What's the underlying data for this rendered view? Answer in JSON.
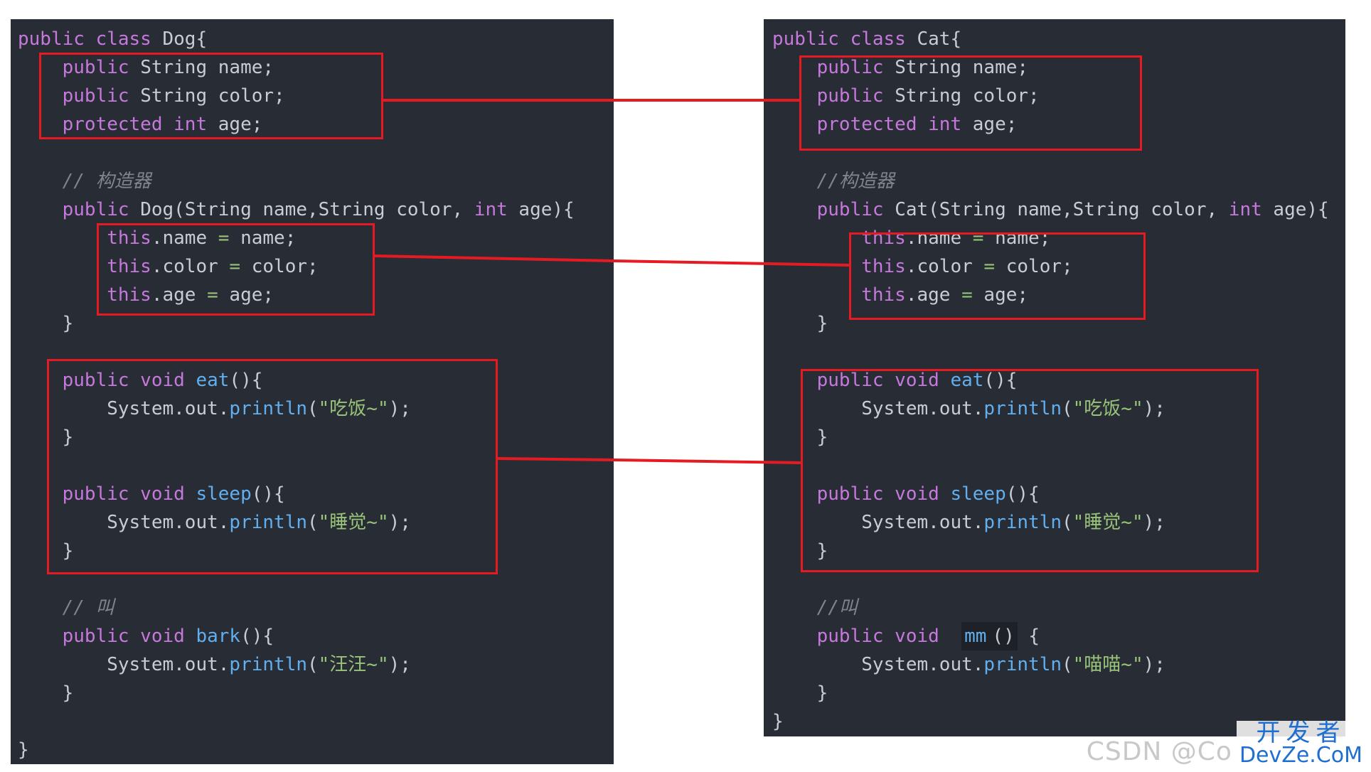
{
  "dog": {
    "lines": [
      [
        {
          "t": "public class ",
          "c": "kw"
        },
        {
          "t": "Dog{",
          "c": "pl"
        }
      ],
      [
        {
          "t": "    public ",
          "c": "kw"
        },
        {
          "t": "String name;",
          "c": "pl"
        }
      ],
      [
        {
          "t": "    public ",
          "c": "kw"
        },
        {
          "t": "String color;",
          "c": "pl"
        }
      ],
      [
        {
          "t": "    protected int ",
          "c": "kw"
        },
        {
          "t": "age;",
          "c": "pl"
        }
      ],
      [],
      [
        {
          "t": "    // 构造器",
          "c": "cm"
        }
      ],
      [
        {
          "t": "    public ",
          "c": "kw"
        },
        {
          "t": "Dog(String name,String color, ",
          "c": "pl"
        },
        {
          "t": "int ",
          "c": "kw"
        },
        {
          "t": "age){",
          "c": "pl"
        }
      ],
      [
        {
          "t": "        this",
          "c": "kw"
        },
        {
          "t": ".name ",
          "c": "pl"
        },
        {
          "t": "=",
          "c": "op"
        },
        {
          "t": " name;",
          "c": "pl"
        }
      ],
      [
        {
          "t": "        this",
          "c": "kw"
        },
        {
          "t": ".color ",
          "c": "pl"
        },
        {
          "t": "=",
          "c": "op"
        },
        {
          "t": " color;",
          "c": "pl"
        }
      ],
      [
        {
          "t": "        this",
          "c": "kw"
        },
        {
          "t": ".age ",
          "c": "pl"
        },
        {
          "t": "=",
          "c": "op"
        },
        {
          "t": " age;",
          "c": "pl"
        }
      ],
      [
        {
          "t": "    }",
          "c": "pl"
        }
      ],
      [],
      [
        {
          "t": "    public void ",
          "c": "kw"
        },
        {
          "t": "eat",
          "c": "fn"
        },
        {
          "t": "(){",
          "c": "pl"
        }
      ],
      [
        {
          "t": "        System.out.",
          "c": "pl"
        },
        {
          "t": "println",
          "c": "fn"
        },
        {
          "t": "(",
          "c": "pl"
        },
        {
          "t": "\"吃饭~\"",
          "c": "str"
        },
        {
          "t": ");",
          "c": "pl"
        }
      ],
      [
        {
          "t": "    }",
          "c": "pl"
        }
      ],
      [],
      [
        {
          "t": "    public void ",
          "c": "kw"
        },
        {
          "t": "sleep",
          "c": "fn"
        },
        {
          "t": "(){",
          "c": "pl"
        }
      ],
      [
        {
          "t": "        System.out.",
          "c": "pl"
        },
        {
          "t": "println",
          "c": "fn"
        },
        {
          "t": "(",
          "c": "pl"
        },
        {
          "t": "\"睡觉~\"",
          "c": "str"
        },
        {
          "t": ");",
          "c": "pl"
        }
      ],
      [
        {
          "t": "    }",
          "c": "pl"
        }
      ],
      [],
      [
        {
          "t": "    // 叫",
          "c": "cm"
        }
      ],
      [
        {
          "t": "    public void ",
          "c": "kw"
        },
        {
          "t": "bark",
          "c": "fn"
        },
        {
          "t": "(){",
          "c": "pl"
        }
      ],
      [
        {
          "t": "        System.out.",
          "c": "pl"
        },
        {
          "t": "println",
          "c": "fn"
        },
        {
          "t": "(",
          "c": "pl"
        },
        {
          "t": "\"汪汪~\"",
          "c": "str"
        },
        {
          "t": ");",
          "c": "pl"
        }
      ],
      [
        {
          "t": "    }",
          "c": "pl"
        }
      ],
      [],
      [
        {
          "t": "}",
          "c": "pl"
        }
      ]
    ]
  },
  "cat": {
    "lines": [
      [
        {
          "t": "public class ",
          "c": "kw"
        },
        {
          "t": "Cat{",
          "c": "pl"
        }
      ],
      [
        {
          "t": "    public ",
          "c": "kw"
        },
        {
          "t": "String name;",
          "c": "pl"
        }
      ],
      [
        {
          "t": "    public ",
          "c": "kw"
        },
        {
          "t": "String color;",
          "c": "pl"
        }
      ],
      [
        {
          "t": "    protected int ",
          "c": "kw"
        },
        {
          "t": "age;",
          "c": "pl"
        }
      ],
      [],
      [
        {
          "t": "    //构造器",
          "c": "cm"
        }
      ],
      [
        {
          "t": "    public ",
          "c": "kw"
        },
        {
          "t": "Cat(String name,String color, ",
          "c": "pl"
        },
        {
          "t": "int ",
          "c": "kw"
        },
        {
          "t": "age){",
          "c": "pl"
        }
      ],
      [
        {
          "t": "        this",
          "c": "kw"
        },
        {
          "t": ".name ",
          "c": "pl"
        },
        {
          "t": "=",
          "c": "op"
        },
        {
          "t": " name;",
          "c": "pl"
        }
      ],
      [
        {
          "t": "        this",
          "c": "kw"
        },
        {
          "t": ".color ",
          "c": "pl"
        },
        {
          "t": "=",
          "c": "op"
        },
        {
          "t": " color;",
          "c": "pl"
        }
      ],
      [
        {
          "t": "        this",
          "c": "kw"
        },
        {
          "t": ".age ",
          "c": "pl"
        },
        {
          "t": "=",
          "c": "op"
        },
        {
          "t": " age;",
          "c": "pl"
        }
      ],
      [
        {
          "t": "    }",
          "c": "pl"
        }
      ],
      [],
      [
        {
          "t": "    public void ",
          "c": "kw"
        },
        {
          "t": "eat",
          "c": "fn"
        },
        {
          "t": "(){",
          "c": "pl"
        }
      ],
      [
        {
          "t": "        System.out.",
          "c": "pl"
        },
        {
          "t": "println",
          "c": "fn"
        },
        {
          "t": "(",
          "c": "pl"
        },
        {
          "t": "\"吃饭~\"",
          "c": "str"
        },
        {
          "t": ");",
          "c": "pl"
        }
      ],
      [
        {
          "t": "    }",
          "c": "pl"
        }
      ],
      [],
      [
        {
          "t": "    public void ",
          "c": "kw"
        },
        {
          "t": "sleep",
          "c": "fn"
        },
        {
          "t": "(){",
          "c": "pl"
        }
      ],
      [
        {
          "t": "        System.out.",
          "c": "pl"
        },
        {
          "t": "println",
          "c": "fn"
        },
        {
          "t": "(",
          "c": "pl"
        },
        {
          "t": "\"睡觉~\"",
          "c": "str"
        },
        {
          "t": ");",
          "c": "pl"
        }
      ],
      [
        {
          "t": "    }",
          "c": "pl"
        }
      ],
      [],
      [
        {
          "t": "    //叫",
          "c": "cm"
        }
      ],
      [
        {
          "t": "    public void  ",
          "c": "kw"
        },
        {
          "t": "mm",
          "c": "fn",
          "hl": true
        },
        {
          "t": "()",
          "c": "pl",
          "hl": true
        },
        {
          "t": " {",
          "c": "pl"
        }
      ],
      [
        {
          "t": "        System.out.",
          "c": "pl"
        },
        {
          "t": "println",
          "c": "fn"
        },
        {
          "t": "(",
          "c": "pl"
        },
        {
          "t": "\"喵喵~\"",
          "c": "str"
        },
        {
          "t": ");",
          "c": "pl"
        }
      ],
      [
        {
          "t": "    }",
          "c": "pl"
        }
      ],
      [
        {
          "t": "}",
          "c": "pl"
        }
      ]
    ]
  },
  "colors": {
    "highlight_box": "#e51a22",
    "editor_bg": "#282c34"
  },
  "watermark": {
    "csdn": "CSDN @Co",
    "logo_top": "开发者",
    "logo_bottom": "DevZe.CoM"
  }
}
